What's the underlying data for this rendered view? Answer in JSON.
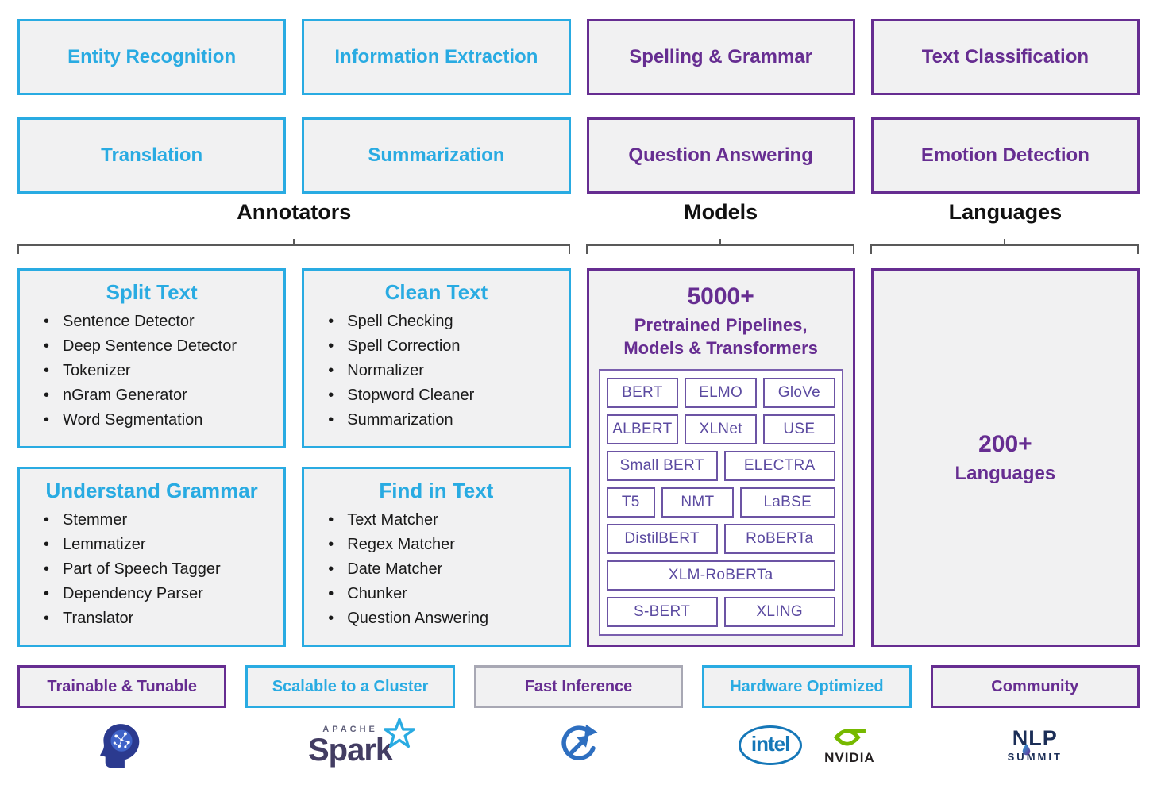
{
  "colors": {
    "cyan": "#29ABE2",
    "purple": "#662D91",
    "chip_purple": "#5B4AA0",
    "box_background": "#F1F1F2",
    "nvidia_green": "#76B900",
    "intel_blue": "#1577B8"
  },
  "top_features": [
    {
      "label": "Entity Recognition"
    },
    {
      "label": "Information Extraction"
    },
    {
      "label": "Spelling & Grammar"
    },
    {
      "label": "Text Classification"
    },
    {
      "label": "Translation"
    },
    {
      "label": "Summarization"
    },
    {
      "label": "Question Answering"
    },
    {
      "label": "Emotion Detection"
    }
  ],
  "section_labels": {
    "annotators": "Annotators",
    "models": "Models",
    "languages": "Languages"
  },
  "annotator_groups": [
    {
      "title": "Split Text",
      "items": [
        "Sentence Detector",
        "Deep Sentence Detector",
        "Tokenizer",
        "nGram Generator",
        "Word Segmentation"
      ]
    },
    {
      "title": "Clean Text",
      "items": [
        "Spell Checking",
        "Spell Correction",
        "Normalizer",
        "Stopword Cleaner",
        "Summarization"
      ]
    },
    {
      "title": "Understand Grammar",
      "items": [
        "Stemmer",
        "Lemmatizer",
        "Part of Speech Tagger",
        "Dependency Parser",
        "Translator"
      ]
    },
    {
      "title": "Find in Text",
      "items": [
        "Text Matcher",
        "Regex Matcher",
        "Date Matcher",
        "Chunker",
        "Question Answering"
      ]
    }
  ],
  "models_panel": {
    "count": "5000+",
    "subtitle_line1": "Pretrained Pipelines,",
    "subtitle_line2": "Models & Transformers",
    "chip_rows": [
      [
        "BERT",
        "ELMO",
        "GloVe"
      ],
      [
        "ALBERT",
        "XLNet",
        "USE"
      ],
      [
        "Small BERT",
        "ELECTRA"
      ],
      [
        "T5",
        "NMT",
        "LaBSE"
      ],
      [
        "DistilBERT",
        "RoBERTa"
      ],
      [
        "XLM-RoBERTa"
      ],
      [
        "S-BERT",
        "XLING"
      ]
    ]
  },
  "languages_panel": {
    "count": "200+",
    "label": "Languages"
  },
  "bottom_features": [
    {
      "label": "Trainable & Tunable"
    },
    {
      "label": "Scalable to a Cluster"
    },
    {
      "label": "Fast Inference"
    },
    {
      "label": "Hardware Optimized"
    },
    {
      "label": "Community"
    }
  ],
  "logos": {
    "apache": "APACHE",
    "spark": "Spark",
    "intel": "intel",
    "nvidia": "NVIDIA",
    "nlp_line1": "NLP",
    "nlp_line2": "SUMMIT"
  }
}
